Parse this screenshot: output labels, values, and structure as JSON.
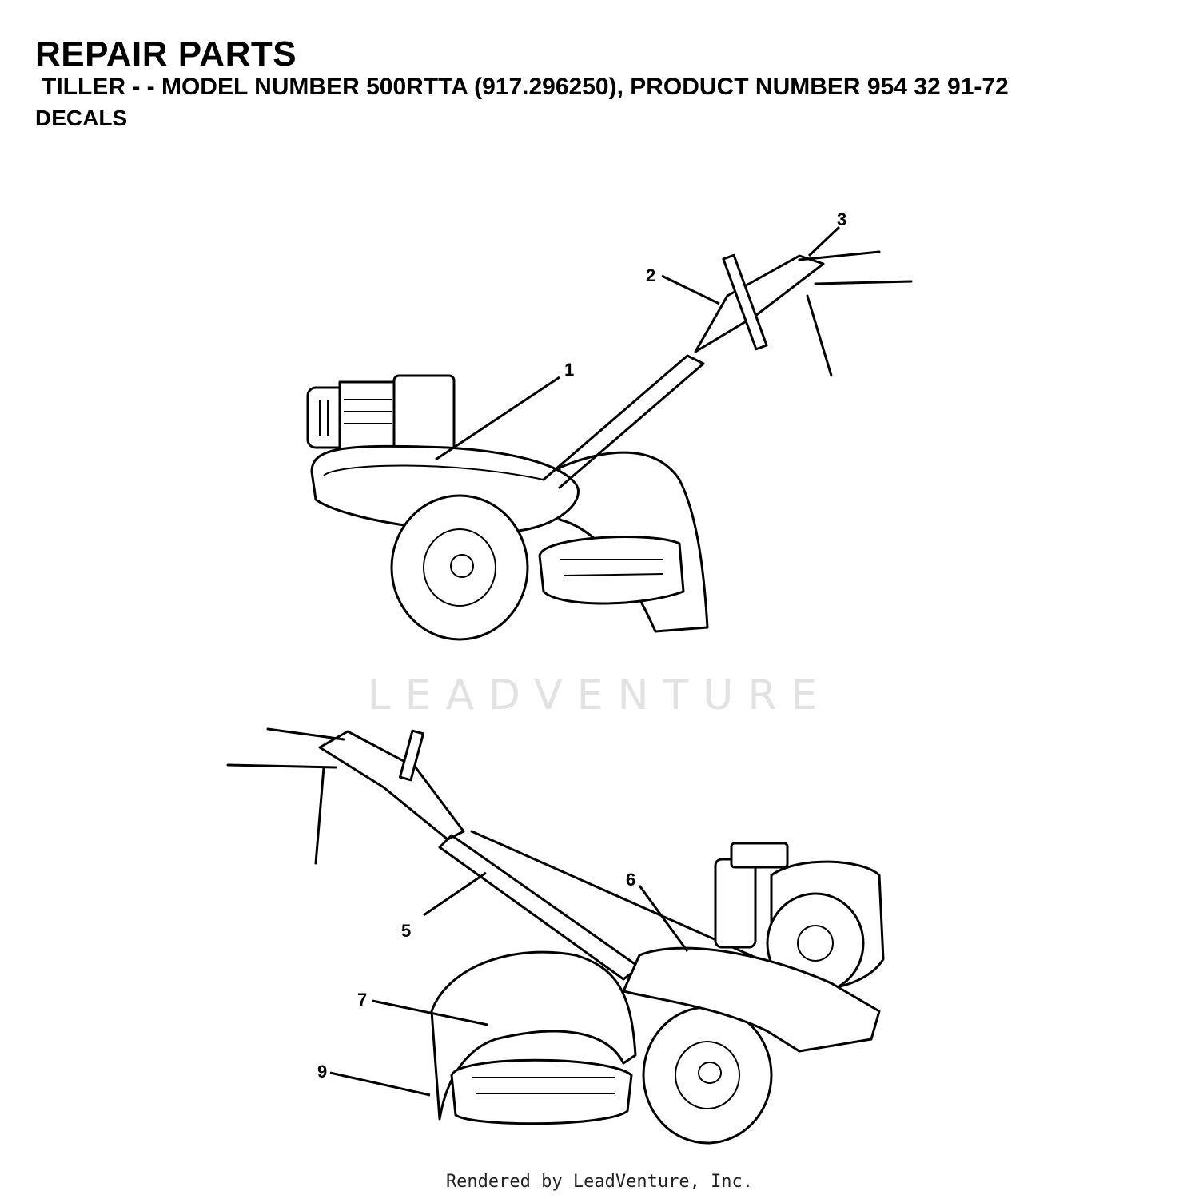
{
  "header": {
    "title": "REPAIR PARTS",
    "subtitle": "TILLER - - MODEL NUMBER 500RTTA (917.296250), PRODUCT NUMBER 954 32 91-72",
    "section": "DECALS"
  },
  "callouts": {
    "c1": "1",
    "c2": "2",
    "c3": "3",
    "c5": "5",
    "c6": "6",
    "c7": "7",
    "c9": "9"
  },
  "watermark": "LEADVENTURE",
  "footer": "Rendered by LeadVenture, Inc."
}
